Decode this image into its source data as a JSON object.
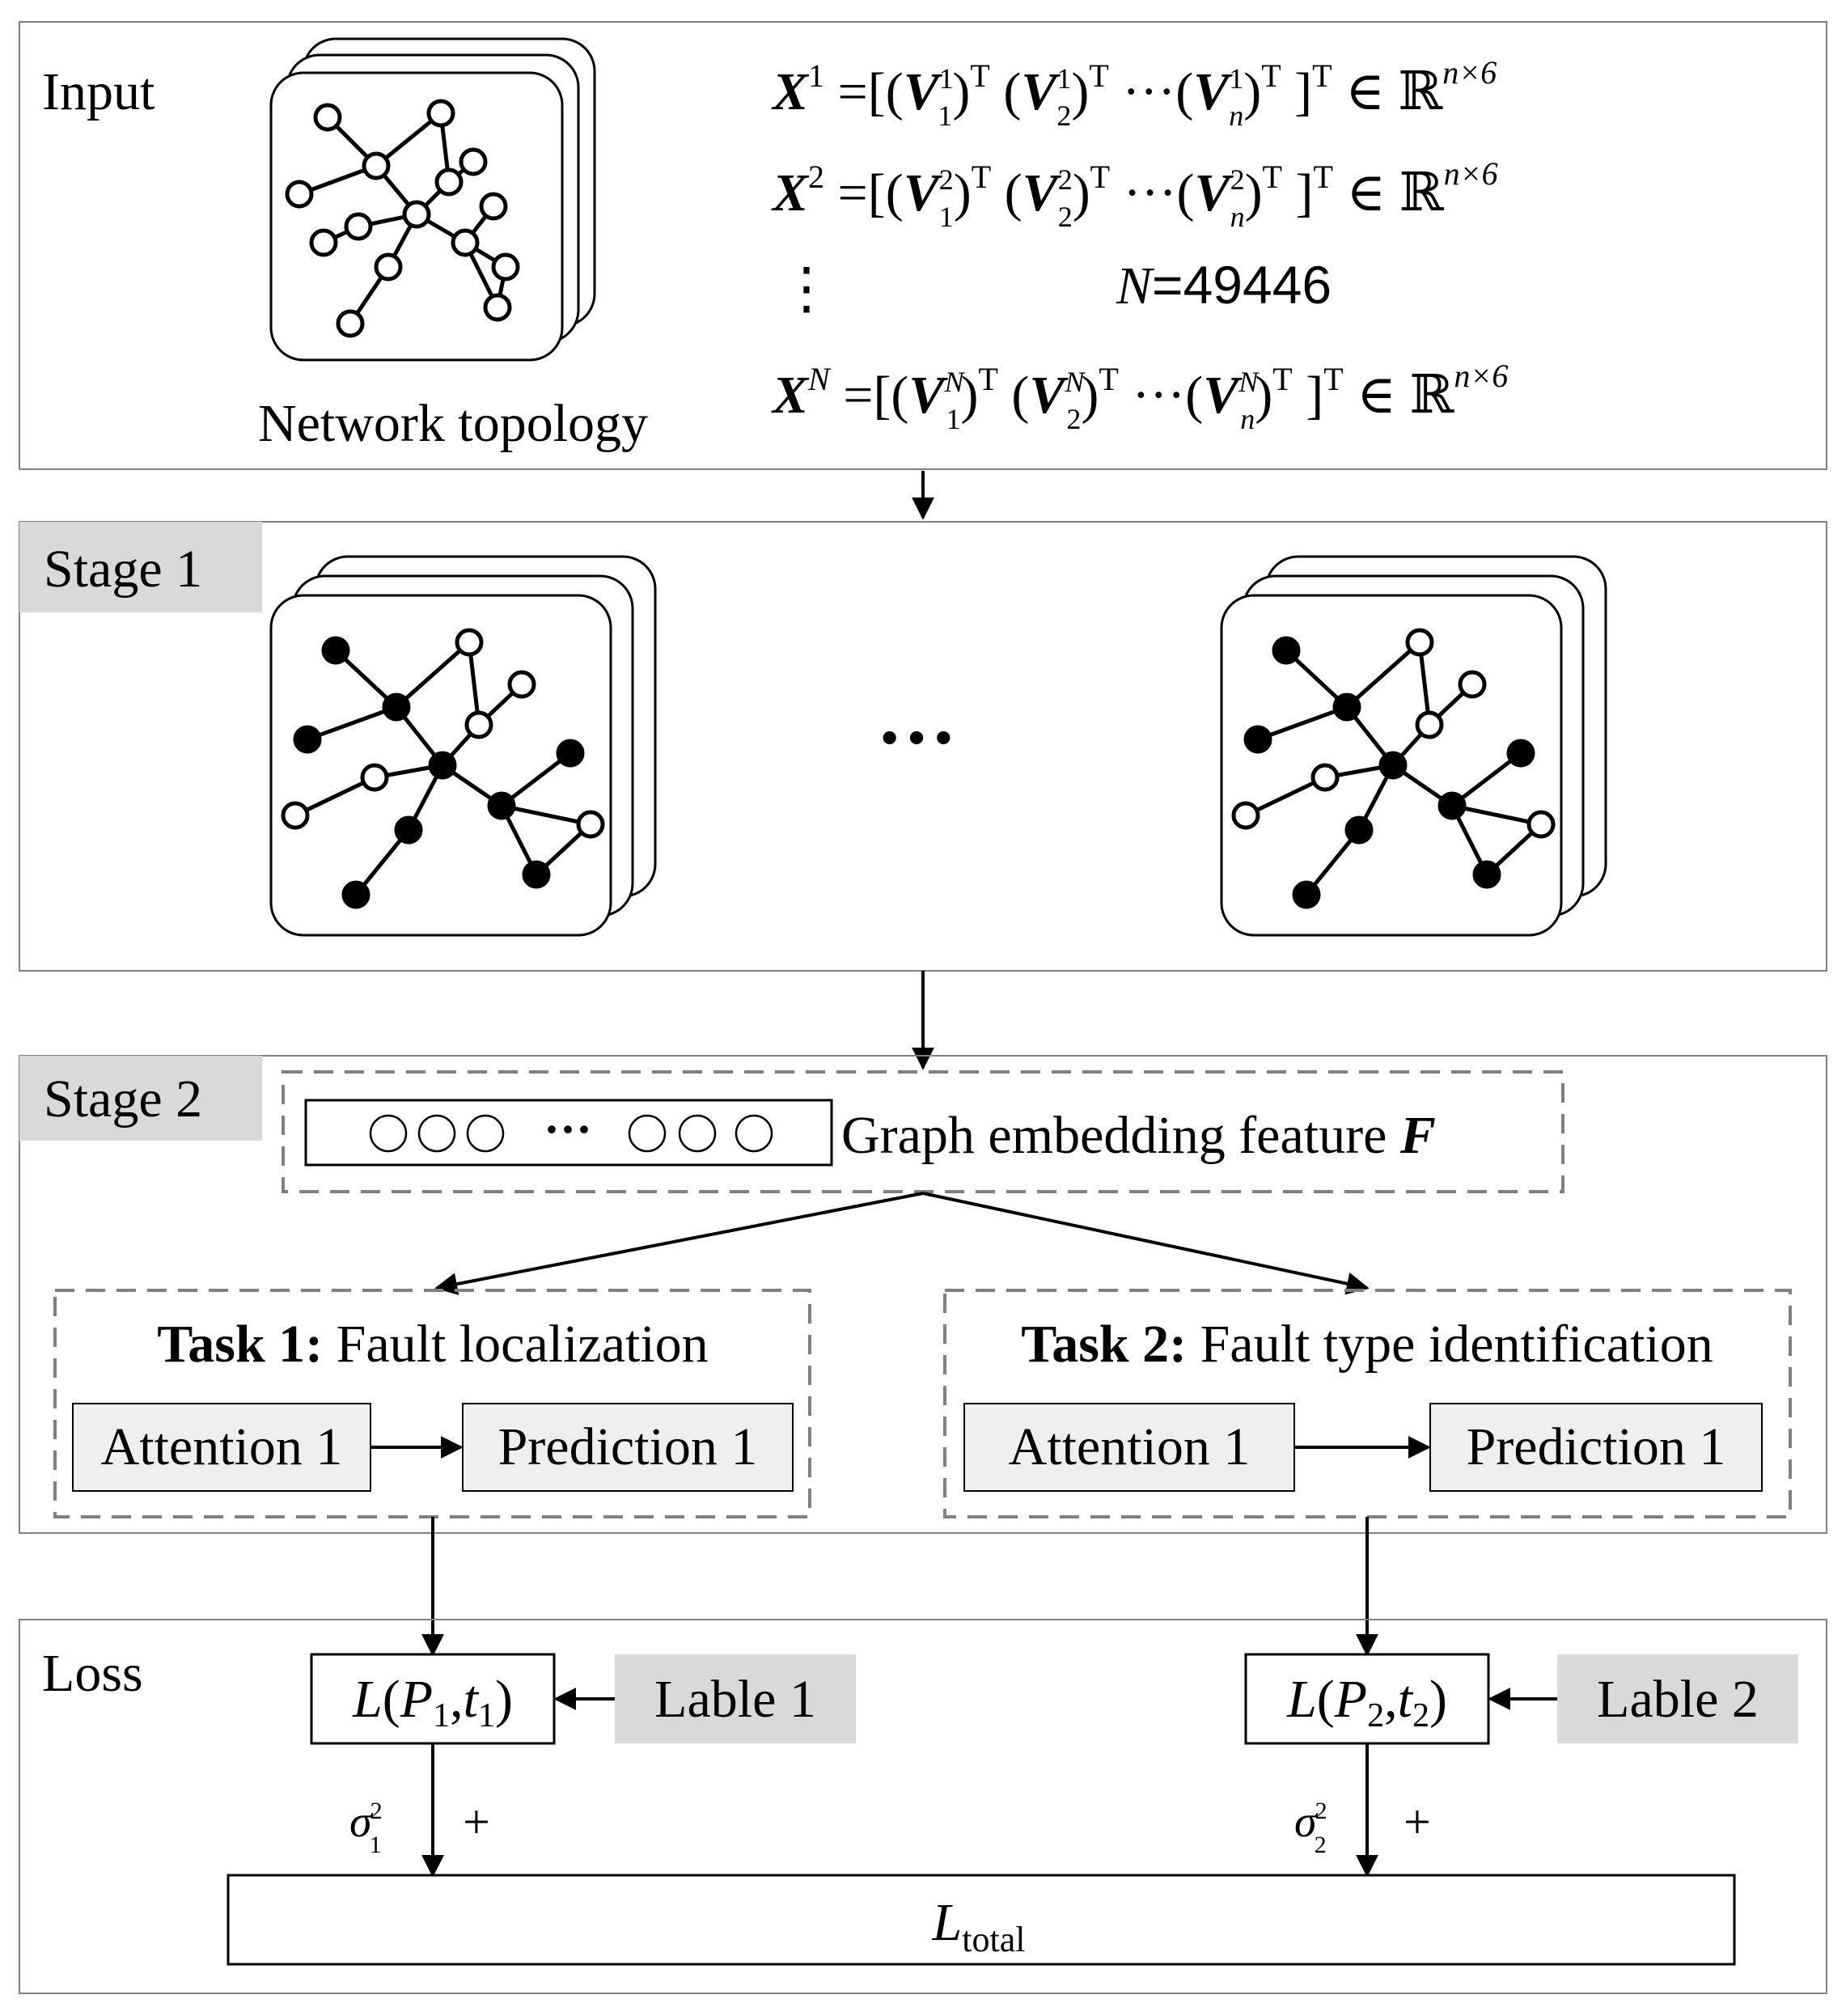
{
  "input": {
    "label": "Input",
    "topology_caption": "Network topology",
    "equations": [
      {
        "base": "X",
        "sup": "1",
        "vec_sup": "1"
      },
      {
        "base": "X",
        "sup": "2",
        "vec_sup": "2"
      },
      {
        "base": "X",
        "sup": "N",
        "vec_sup": "N"
      }
    ],
    "vdots": "⋮",
    "count_var": "N",
    "count_value": "=49446",
    "dims": "n×6"
  },
  "stage1": {
    "label": "Stage 1",
    "ellipsis": "···"
  },
  "stage2": {
    "label": "Stage 2",
    "embedding_dots": "···",
    "embedding_text": "Graph embedding feature ",
    "embedding_var": "F",
    "task1": {
      "bold": "Task 1:",
      "text": " Fault localization",
      "attention": "Attention 1",
      "prediction": "Prediction 1"
    },
    "task2": {
      "bold": "Task 2:",
      "text": " Fault type identification",
      "attention": "Attention 1",
      "prediction": "Prediction 1"
    }
  },
  "loss": {
    "label": "Loss",
    "loss1": {
      "L": "L",
      "P": "P",
      "sub": "1",
      "t": "t"
    },
    "loss2": {
      "L": "L",
      "P": "P",
      "sub": "2",
      "t": "t"
    },
    "label1": "Lable 1",
    "label2": "Lable 2",
    "sigma": "σ",
    "sigma_sup": "2",
    "plus": "+",
    "total_L": "L",
    "total_sub": "total"
  },
  "colors": {
    "panel_border": "#808080",
    "label_bg": "#d9d9d9",
    "node_fill_dark": "#000000",
    "node_fill_light": "#ffffff"
  }
}
